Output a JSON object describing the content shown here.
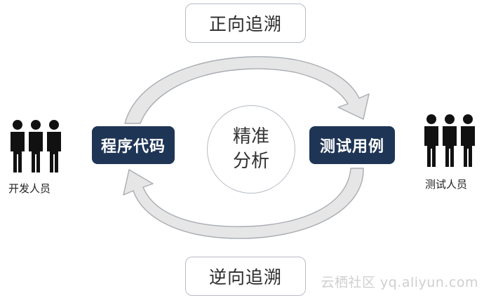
{
  "top_box": "正向追溯",
  "bottom_box": "逆向追溯",
  "left_node": "程序代码",
  "right_node": "测试用例",
  "center": {
    "line1": "精准",
    "line2": "分析"
  },
  "left_people": {
    "label": "开发人员",
    "icon": "people-group-icon"
  },
  "right_people": {
    "label": "测试人员",
    "icon": "people-group-icon"
  },
  "watermark": "云栖社区 yq.aliyun.com",
  "colors": {
    "node_fill": "#1f3556",
    "arrow_fill": "#e4e4e4",
    "arrow_stroke": "#a8acb2"
  }
}
